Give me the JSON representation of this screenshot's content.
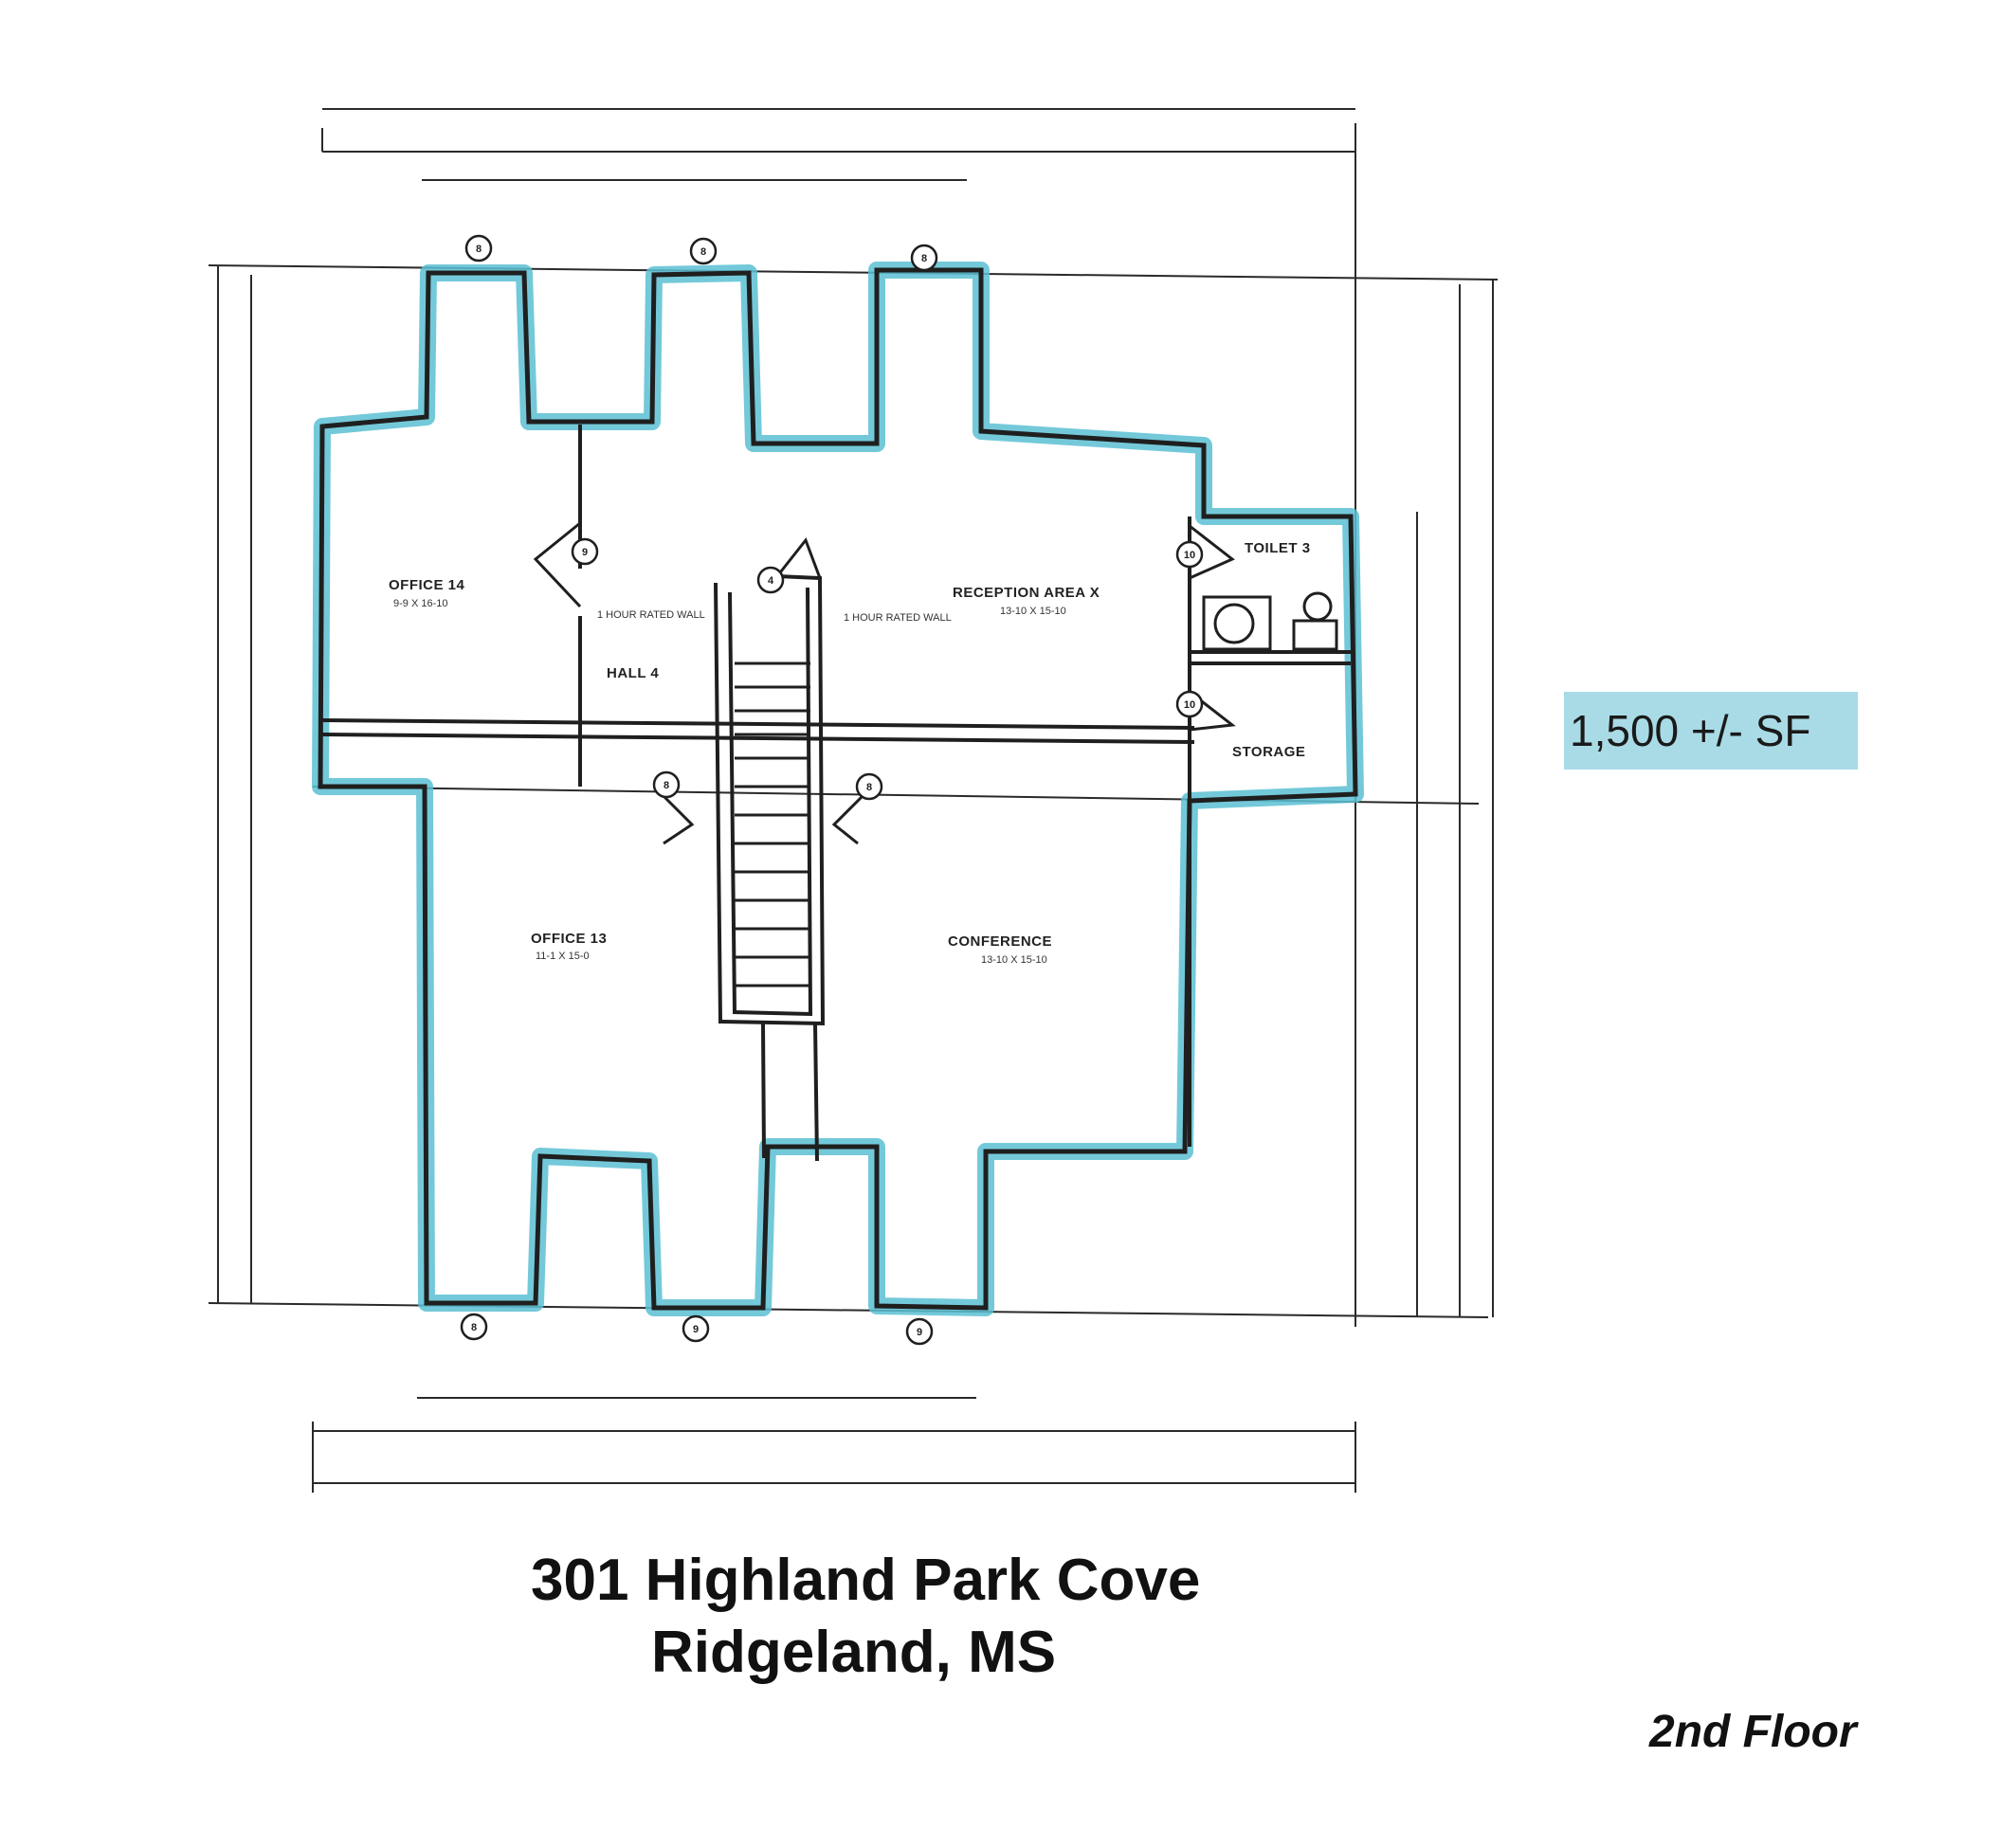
{
  "summary": {
    "area": "1,500 +/- SF",
    "address_line1": "301 Highland Park Cove",
    "address_line2": "Ridgeland, MS",
    "floor": "2nd Floor"
  },
  "rooms": {
    "office14": {
      "name": "OFFICE 14",
      "dims": "9-9 X 16-10"
    },
    "hall": {
      "name": "HALL 4"
    },
    "reception": {
      "name": "RECEPTION AREA X",
      "dims": "13-10 X 15-10"
    },
    "toilet": {
      "name": "TOILET 3"
    },
    "storage": {
      "name": "STORAGE"
    },
    "office13": {
      "name": "OFFICE 13",
      "dims": "11-1 X 15-0"
    },
    "conference": {
      "name": "CONFERENCE",
      "dims": "13-10 X 15-10"
    }
  },
  "notes": {
    "wall1": "1 HOUR RATED WALL",
    "wall2": "1 HOUR RATED WALL"
  },
  "door_tags": [
    "8",
    "8",
    "8",
    "9",
    "4",
    "10",
    "10",
    "8",
    "8",
    "8",
    "9",
    "9"
  ],
  "colors": {
    "highlight": "#5bbfd2",
    "badge": "#a9dbe6",
    "line": "#1f1f1f"
  }
}
